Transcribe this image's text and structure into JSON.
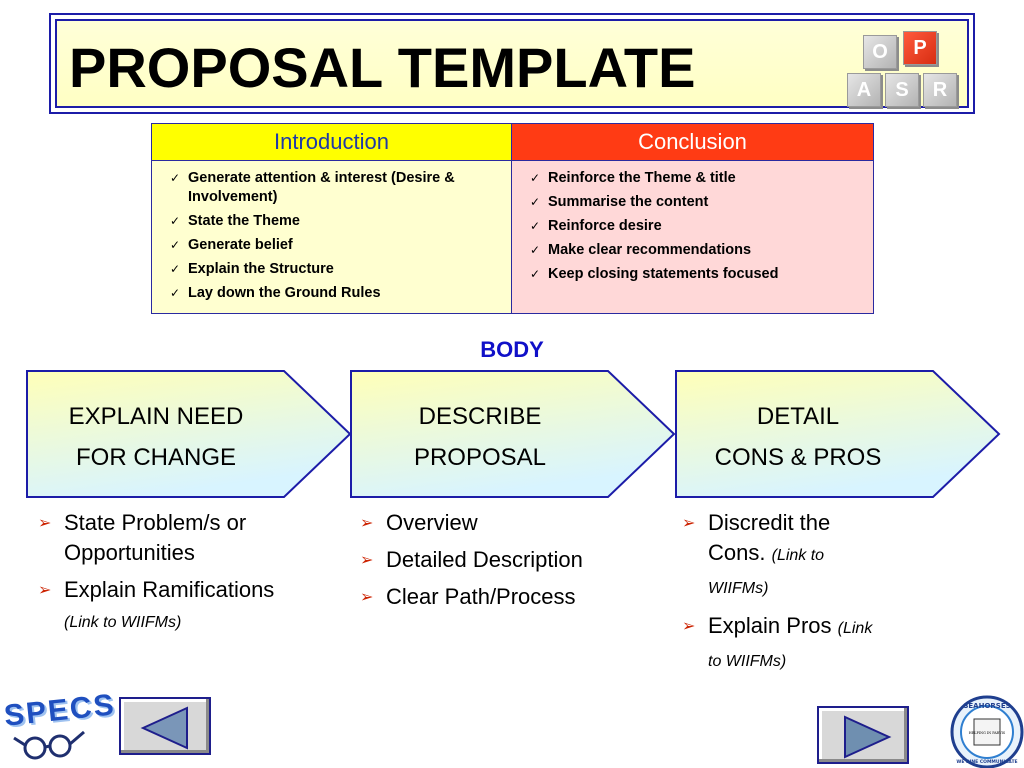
{
  "header": {
    "title": "PROPOSAL TEMPLATE",
    "logo_letters": {
      "top_left": "O",
      "top_right": "P",
      "bottom_left": "A",
      "bottom_mid": "S",
      "bottom_right": "R"
    }
  },
  "introduction": {
    "heading": "Introduction",
    "items": [
      "Generate attention & interest (Desire & Involvement)",
      "State the Theme",
      "Generate belief",
      "Explain the Structure",
      "Lay down the Ground Rules"
    ]
  },
  "conclusion": {
    "heading": "Conclusion",
    "items": [
      "Reinforce the Theme & title",
      "Summarise the content",
      "Reinforce desire",
      "Make clear recommendations",
      "Keep closing statements focused"
    ]
  },
  "body_label": "BODY",
  "steps": [
    {
      "line1": "EXPLAIN NEED",
      "line2": "FOR CHANGE",
      "bullets": [
        {
          "text": "State Problem/s or Opportunities",
          "note": ""
        },
        {
          "text": "Explain Ramifications",
          "note": "(Link to WIIFMs)"
        }
      ]
    },
    {
      "line1": "DESCRIBE",
      "line2": "PROPOSAL",
      "bullets": [
        {
          "text": "Overview",
          "note": ""
        },
        {
          "text": "Detailed Description",
          "note": ""
        },
        {
          "text": "Clear Path/Process",
          "note": ""
        }
      ]
    },
    {
      "line1": "DETAIL",
      "line2": "CONS & PROS",
      "bullets": [
        {
          "text": "Discredit the Cons.",
          "note": "(Link to WIIFMs)"
        },
        {
          "text": "Explain Pros",
          "note": "(Link to WIIFMs)"
        }
      ]
    }
  ],
  "footer": {
    "specs_logo": "SPECS",
    "seal_top": "SEAHORSES",
    "seal_center": "HELPING IN PARVIS",
    "seal_bottom": "WE DINE COMMUNICATE"
  },
  "colors": {
    "frame_blue": "#1c1ca8",
    "intro_head": "#ffff00",
    "conclusion_head": "#ff3b14",
    "body_label": "#1010c8",
    "arrow_fill_top": "#ffffc0",
    "arrow_fill_bottom": "#d8f4ff"
  },
  "icons": {
    "check": "check-icon",
    "bullet": "arrow-bullet-icon",
    "prev": "triangle-left-icon",
    "next": "triangle-right-icon"
  }
}
